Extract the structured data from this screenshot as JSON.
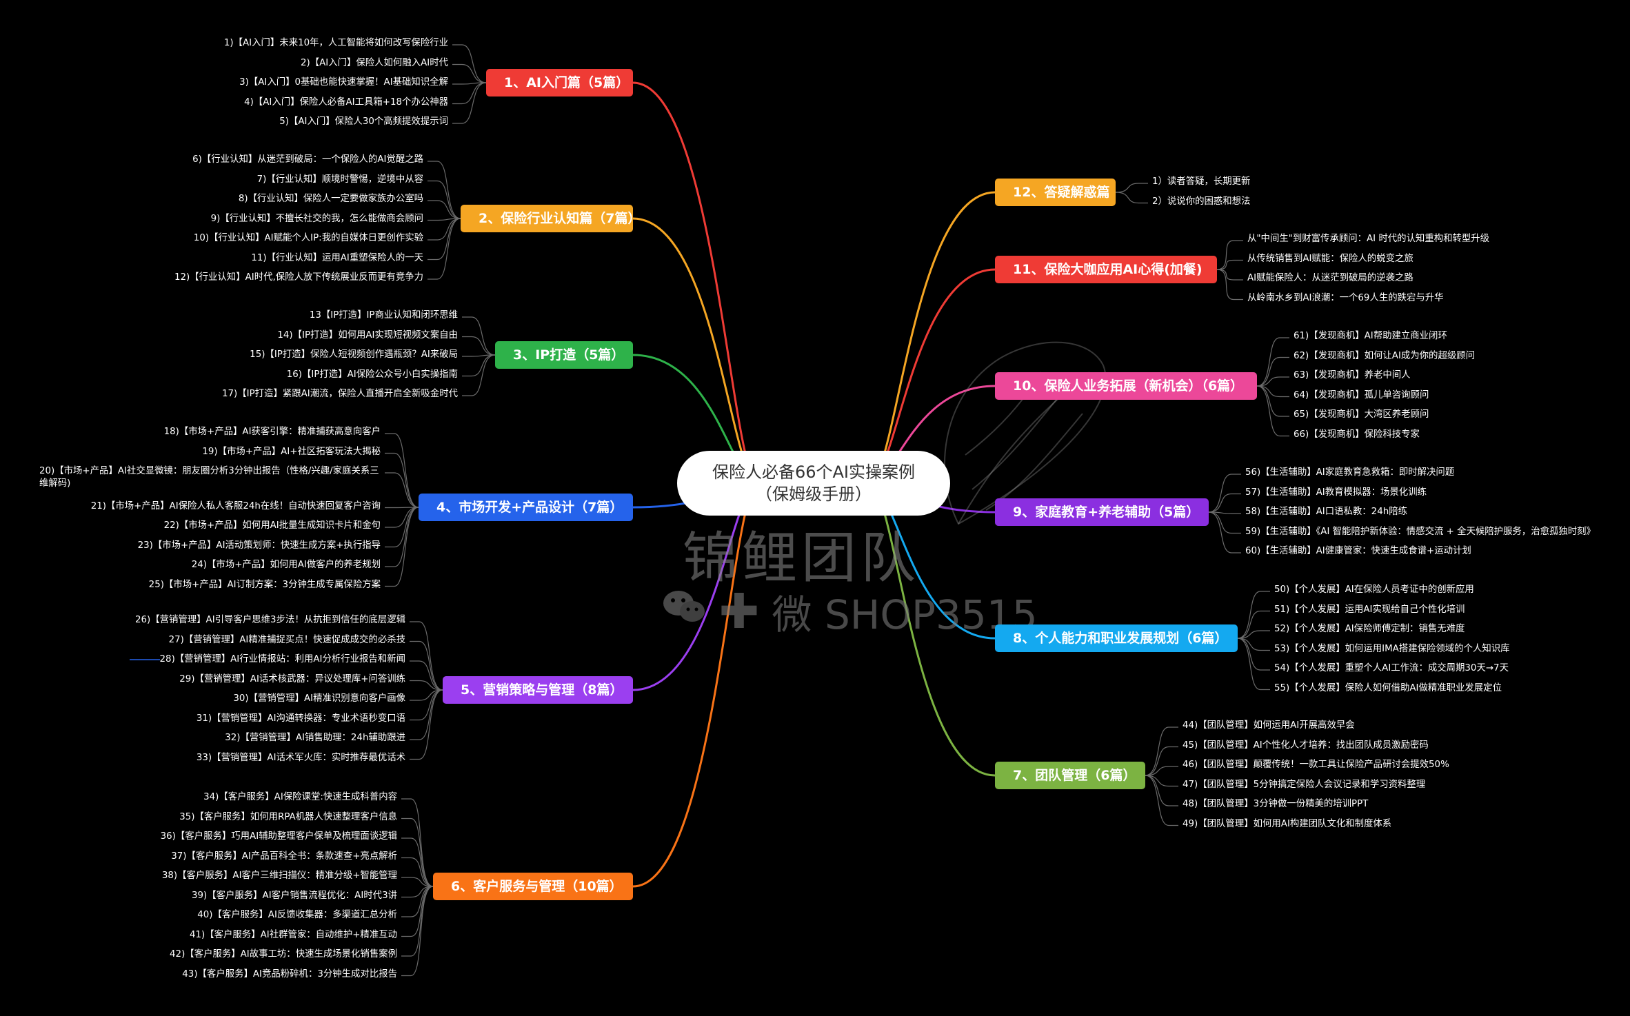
{
  "center": {
    "line1": "保险人必备66个AI实操案例",
    "line2": "（保姆级手册）"
  },
  "watermark": {
    "team": "锦鲤团队",
    "wechat": "微 SHOP3515"
  },
  "colors": {
    "t1": "#ef3b35",
    "t2": "#f5a623",
    "t3": "#2eb24a",
    "t4": "#2563eb",
    "t5": "#9b3ff0",
    "t6": "#f97316",
    "t7": "#7cb342",
    "t8": "#14a9f0",
    "t9": "#8b2fe0",
    "t10": "#ec4899",
    "t11": "#ef3b35",
    "t12": "#f5a623",
    "link_left": "#6b6b6b",
    "center_bg": "#ffffff"
  },
  "topics": [
    {
      "id": "t1",
      "label": "1、AI入门篇（5篇）",
      "items": [
        "1)【AI入门】未来10年，人工智能将如何改写保险行业",
        "2)【AI入门】保险人如何融入AI时代",
        "3)【AI入门】0基础也能快速掌握！AI基础知识全解",
        "4)【AI入门】保险人必备AI工具箱+18个办公神器",
        "5)【AI入门】保险人30个高频提效提示词"
      ]
    },
    {
      "id": "t2",
      "label": "2、保险行业认知篇（7篇）",
      "items": [
        "6)【行业认知】从迷茫到破局：一个保险人的AI觉醒之路",
        "7)【行业认知】顺境时警惕，逆境中从容",
        "8)【行业认知】保险人一定要做家族办公室吗",
        "9)【行业认知】不擅长社交的我，怎么能做商会顾问",
        "10)【行业认知】AI赋能个人IP:我的自媒体日更创作实验",
        "11)【行业认知】运用AI重塑保险人的一天",
        "12)【行业认知】AI时代,保险人放下传统展业反而更有竞争力"
      ]
    },
    {
      "id": "t3",
      "label": "3、IP打造（5篇）",
      "items": [
        "13【IP打造】IP商业认知和闭环思维",
        "14)【IP打造】如何用AI实现短视频文案自由",
        "15)【IP打造】保险人短视频创作遇瓶颈？AI来破局",
        "16)【IP打造】AI保险公众号小白实操指南",
        "17)【IP打造】紧跟AI潮流，保险人直播开启全新吸金时代"
      ]
    },
    {
      "id": "t4",
      "label": "4、市场开发+产品设计（7篇）",
      "items": [
        "18)【市场+产品】AI获客引擎：精准捕获高意向客户",
        "19)【市场+产品】AI+社区拓客玩法大揭秘",
        "20)【市场+产品】AI社交显微镜：朋友圈分析3分钟出报告（性格/兴趣/家庭关系三维解码)",
        "21)【市场+产品】AI保险人私人客服24h在线！自动快速回复客户咨询",
        "22)【市场+产品】如何用AI批量生成知识卡片和金句",
        "23)【市场+产品】AI活动策划师：快速生成方案+执行指导",
        "24)【市场+产品】如何用AI做客户的养老规划",
        "25)【市场+产品】AI订制方案：3分钟生成专属保险方案"
      ]
    },
    {
      "id": "t5",
      "label": "5、营销策略与管理（8篇）",
      "items": [
        "26)【营销管理】AI引导客户思维3步法！从抗拒到信任的底层逻辑",
        "27)【营销管理】AI精准捕捉买点！快速促成成交的必杀技",
        "28)【营销管理】AI行业情报站：利用AI分析行业报告和新闻",
        "29)【营销管理】AI话术核武器：异议处理库+问答训练",
        "30)【营销管理】AI精准识别意向客户画像",
        "31)【营销管理】AI沟通转换器：专业术语秒变口语",
        "32)【营销管理】AI销售助理：24h辅助跟进",
        "33)【营销管理】AI话术军火库：实时推荐最优话术"
      ]
    },
    {
      "id": "t6",
      "label": "6、客户服务与管理（10篇）",
      "items": [
        "34)【客户服务】AI保险课堂:快速生成科普内容",
        "35)【客户服务】如何用RPA机器人快速整理客户信息",
        "36)【客户服务】巧用AI辅助整理客户保单及梳理面谈逻辑",
        "37)【客户服务】AI产品百科全书：条款速查+亮点解析",
        "38)【客户服务】AI客户三维扫描仪：精准分级+智能管理",
        "39)【客户服务】AI客户销售流程优化：AI时代3讲",
        "40)【客户服务】AI反馈收集器：多渠道汇总分析",
        "41)【客户服务】AI社群管家：自动维护+精准互动",
        "42)【客户服务】AI故事工坊：快速生成场景化销售案例",
        "43)【客户服务】AI竞品粉碎机：3分钟生成对比报告"
      ]
    },
    {
      "id": "t7",
      "label": "7、团队管理（6篇）",
      "items": [
        "44)【团队管理】如何运用AI开展高效早会",
        "45)【团队管理】AI个性化人才培养：找出团队成员激励密码",
        "46)【团队管理】颠覆传统！一款工具让保险产品研讨会提效50%",
        "47)【团队管理】5分钟搞定保险人会议记录和学习资料整理",
        "48)【团队管理】3分钟做一份精美的培训PPT",
        "49)【团队管理】如何用AI构建团队文化和制度体系"
      ]
    },
    {
      "id": "t8",
      "label": "8、个人能力和职业发展规划（6篇）",
      "items": [
        "50)【个人发展】AI在保险人员考证中的创新应用",
        "51)【个人发展】运用AI实现给自己个性化培训",
        "52)【个人发展】AI保险师傅定制：销售无难度",
        "53)【个人发展】如何运用IMA搭建保险领域的个人知识库",
        "54)【个人发展】重塑个人AI工作流：成交周期30天→7天",
        "55)【个人发展】保险人如何借助AI做精准职业发展定位"
      ]
    },
    {
      "id": "t9",
      "label": "9、家庭教育+养老辅助（5篇）",
      "items": [
        "56)【生活辅助】AI家庭教育急救箱：即时解决问题",
        "57)【生活辅助】AI教育模拟器：场景化训练",
        "58)【生活辅助】AI口语私教：24h陪练",
        "59)【生活辅助】《AI 智能陪护新体验：情感交流 + 全天候陪护服务，治愈孤独时刻》",
        "60)【生活辅助】AI健康管家：快速生成食谱+运动计划"
      ]
    },
    {
      "id": "t10",
      "label": "10、保险人业务拓展（新机会）（6篇）",
      "items": [
        "61)【发现商机】AI帮助建立商业闭环",
        "62)【发现商机】如何让AI成为你的超级顾问",
        "63)【发现商机】养老中间人",
        "64)【发现商机】孤儿单咨询顾问",
        "65)【发现商机】大湾区养老顾问",
        "66)【发现商机】保险科技专家"
      ]
    },
    {
      "id": "t11",
      "label": "11、保险大咖应用AI心得(加餐)",
      "items": [
        "从\"中间生\"到财富传承顾问：AI 时代的认知重构和转型升级",
        "从传统销售到AI赋能：保险人的蜕变之旅",
        "AI赋能保险人：从迷茫到破局的逆袭之路",
        "从岭南水乡到AI浪潮：一个69人生的跌宕与升华"
      ]
    },
    {
      "id": "t12",
      "label": "12、答疑解惑篇",
      "items": [
        "1）读者答疑，长期更新",
        "2）说说你的困惑和想法"
      ]
    }
  ]
}
